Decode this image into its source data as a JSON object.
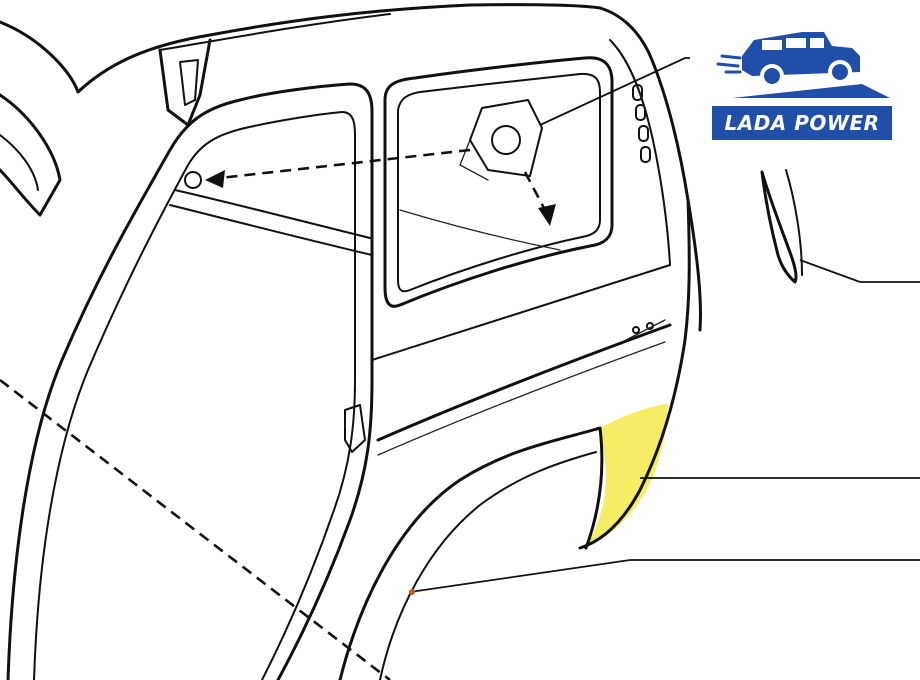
{
  "logo": {
    "text": "LADA POWER",
    "icon": "suv-car-icon",
    "brand_color": "#1f4fa8"
  },
  "diagram": {
    "subject": "rear-quarter-body-panel",
    "highlight_color": "#f3ea4a",
    "leader_lines": 4
  }
}
